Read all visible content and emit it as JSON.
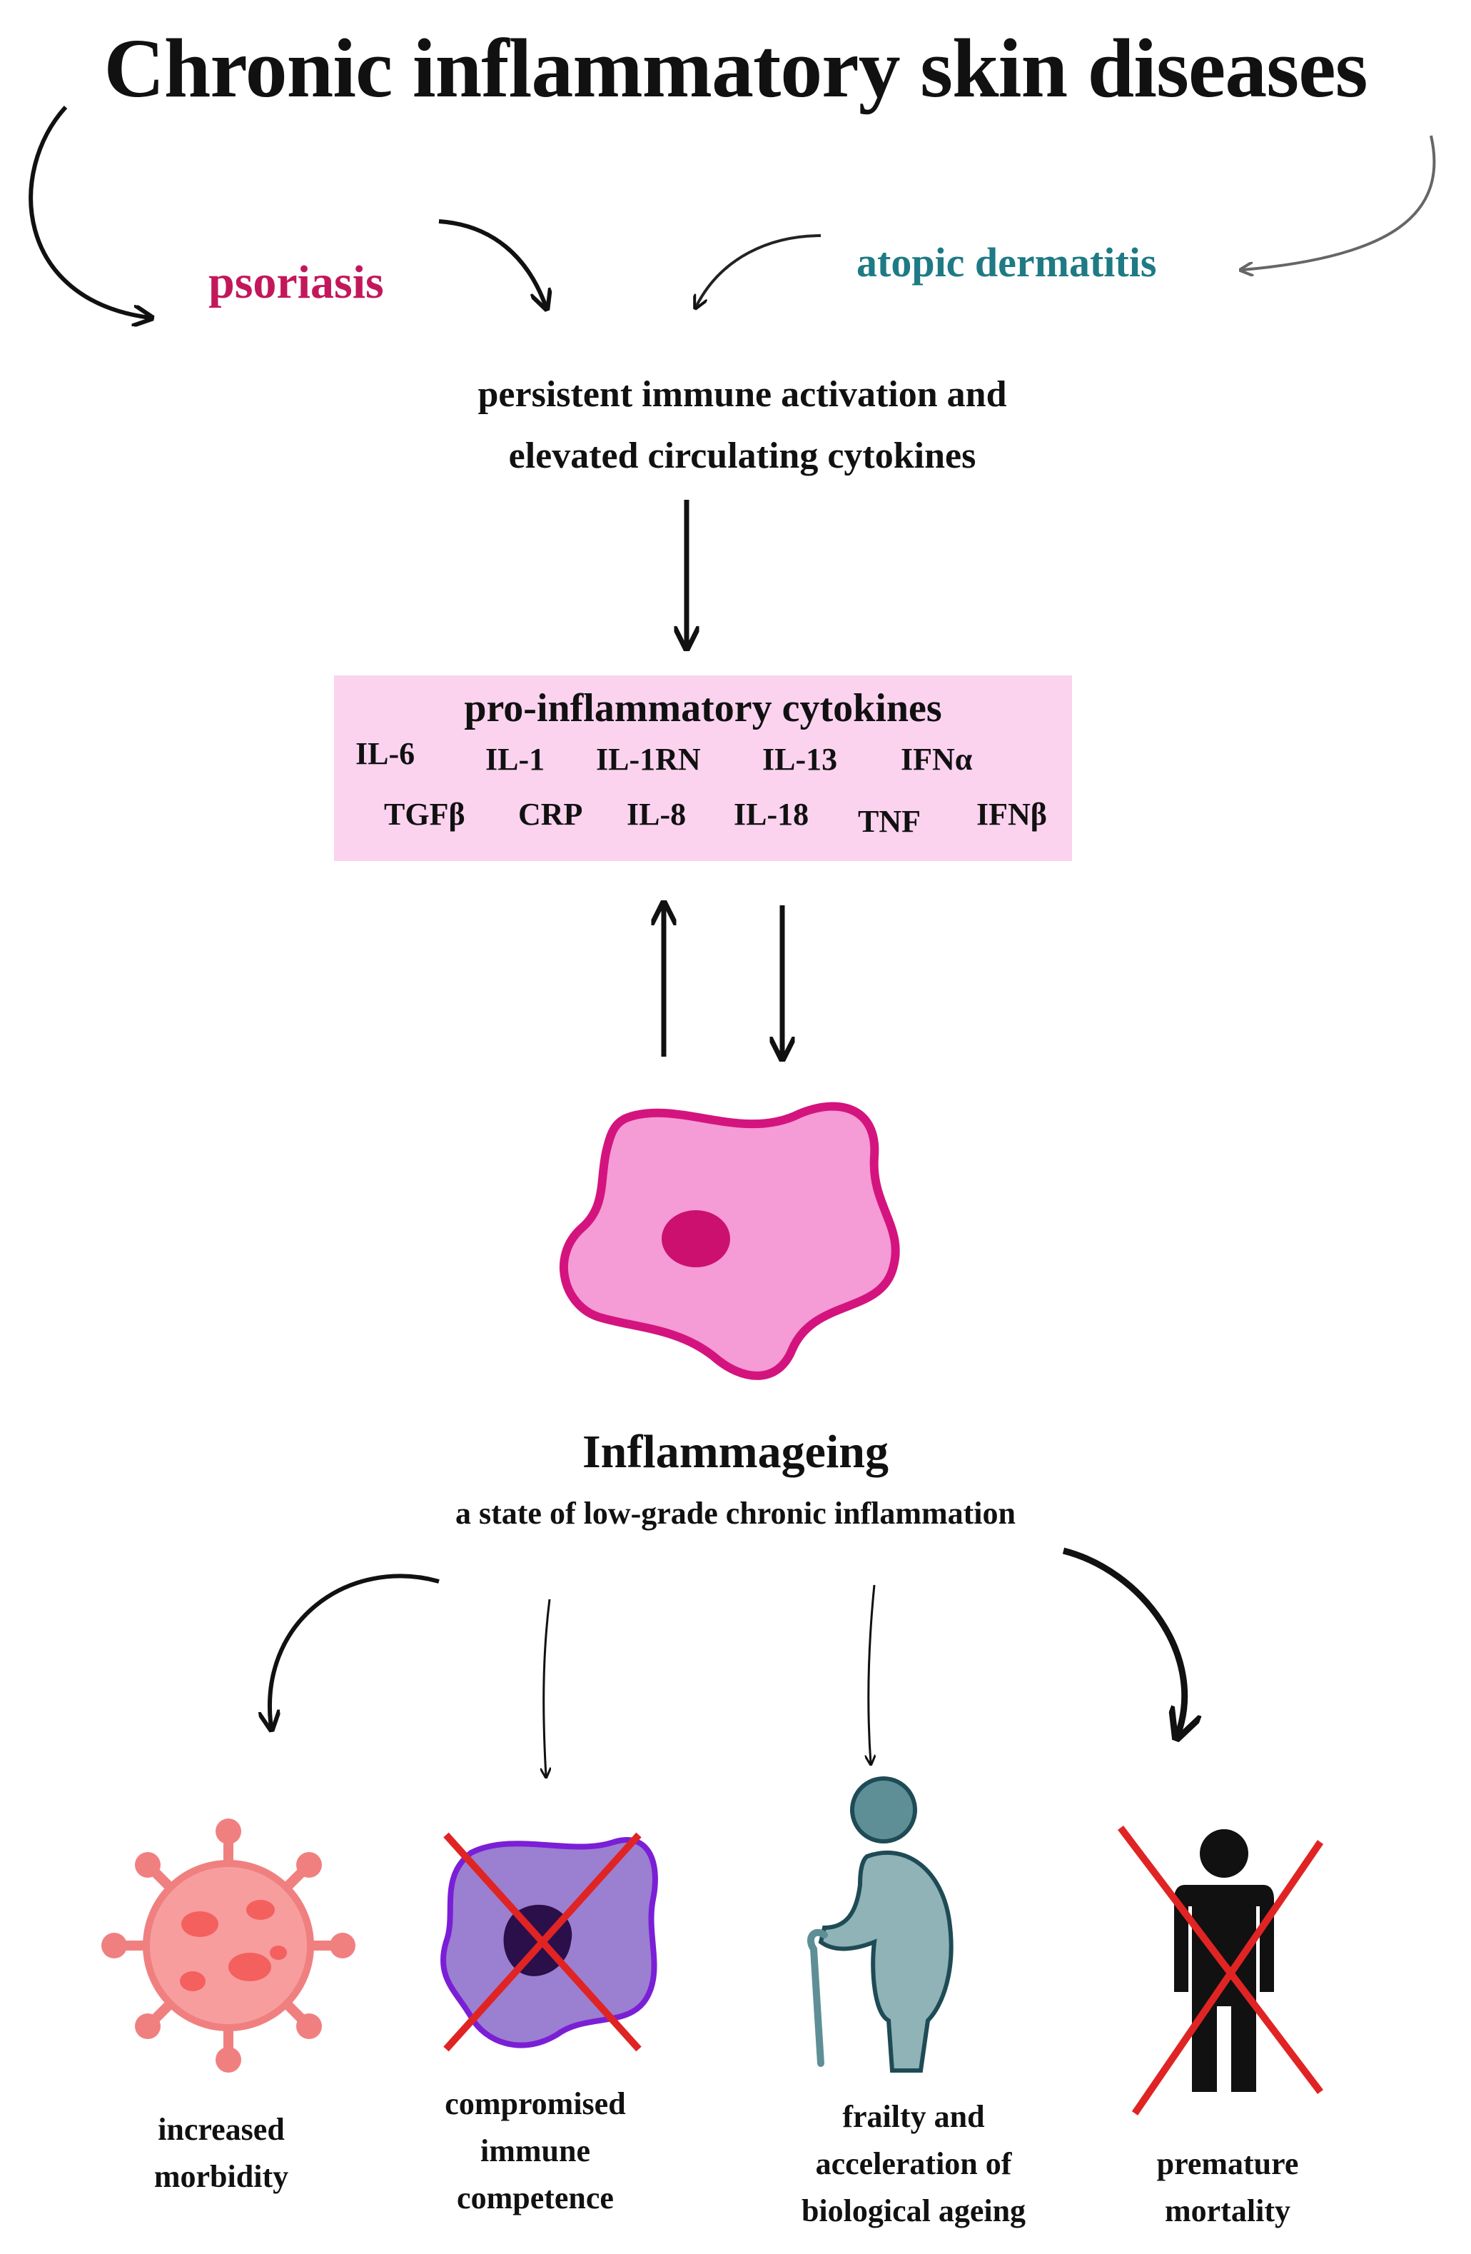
{
  "title": "Chronic inflammatory skin diseases",
  "diseases": {
    "psoriasis": "psoriasis",
    "atopic_dermatitis": "atopic dermatitis"
  },
  "mechanism": "persistent immune activation and\nelevated circulating cytokines",
  "cytokines": {
    "title": "pro-inflammatory cytokines",
    "row1": [
      "IL-6",
      "IL-1",
      "IL-1RN",
      "IL-13",
      "IFNα"
    ],
    "row2": [
      "TGFβ",
      "CRP",
      "IL-8",
      "IL-18",
      "TNF",
      "IFNβ"
    ]
  },
  "inflammageing": {
    "title": "Inflammageing",
    "subtitle": "a state of low-grade chronic inflammation"
  },
  "outcomes": [
    {
      "label": "increased\nmorbidity",
      "icon": "virus-icon"
    },
    {
      "label": "compromised\nimmune\ncompetence",
      "icon": "crossed-immune-cell-icon"
    },
    {
      "label": "frailty and\nacceleration of\nbiological ageing",
      "icon": "elderly-person-icon"
    },
    {
      "label": "premature\nmortality",
      "icon": "crossed-person-icon"
    }
  ],
  "colors": {
    "psoriasis": "#c2185b",
    "atopic_dermatitis": "#1e7a85",
    "cytokine_box": "#fbd3ef",
    "cell_fill": "#f59bd5",
    "cell_border": "#d4147e",
    "cross": "#e02424"
  }
}
